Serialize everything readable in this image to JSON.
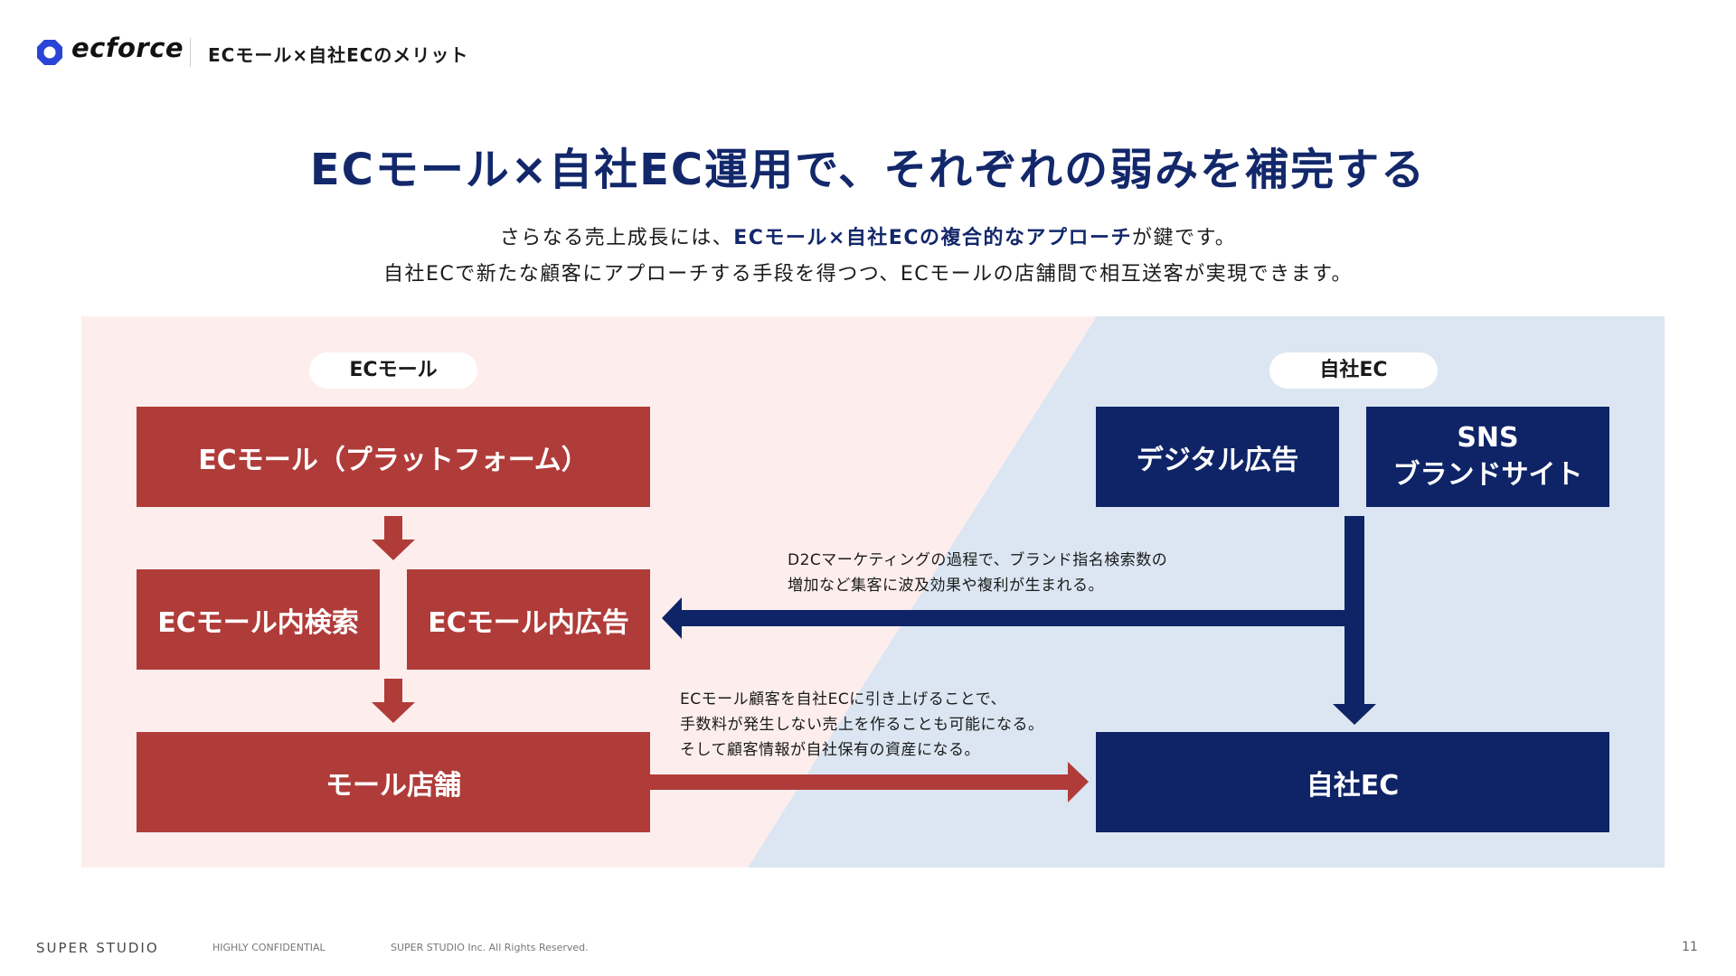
{
  "header": {
    "logo_text": "ecforce",
    "title": "ECモール×自社ECのメリット"
  },
  "headline": {
    "title": "ECモール×自社EC運用で、それぞれの弱みを補完する",
    "line1_pre": "さらなる売上成長には、",
    "line1_highlight": "ECモール×自社ECの複合的なアプローチ",
    "line1_post": "が鍵です。",
    "line2": "自社ECで新たな顧客にアプローチする手段を得つつ、ECモールの店舗間で相互送客が実現できます。"
  },
  "left_panel": {
    "pill": "ECモール",
    "platform": "ECモール（プラットフォーム）",
    "search": "ECモール内検索",
    "ad": "ECモール内広告",
    "store": "モール店舗"
  },
  "right_panel": {
    "pill": "自社EC",
    "digital_ad": "デジタル広告",
    "sns_line1": "SNS",
    "sns_line2": "ブランドサイト",
    "own_ec": "自社EC"
  },
  "notes": {
    "d2c_line1": "D2Cマーケティングの過程で、ブランド指名検索数の",
    "d2c_line2": "増加など集客に波及効果や複利が生まれる。",
    "mall_line1": "ECモール顧客を自社ECに引き上げることで、",
    "mall_line2": "手数料が発生しない売上を作ることも可能になる。",
    "mall_line3": "そして顧客情報が自社保有の資産になる。"
  },
  "footer": {
    "brand": "SUPER STUDIO",
    "confidential": "HIGHLY CONFIDENTIAL",
    "copyright": "SUPER STUDIO Inc. All Rights Reserved.",
    "page": "11"
  },
  "colors": {
    "navy": "#0e2466",
    "title_navy": "#13286b",
    "red": "#b03c3a",
    "pink_bg": "#fdeeed",
    "blue_bg": "#dbe6f2",
    "logo_blue": "#2a44d6"
  }
}
